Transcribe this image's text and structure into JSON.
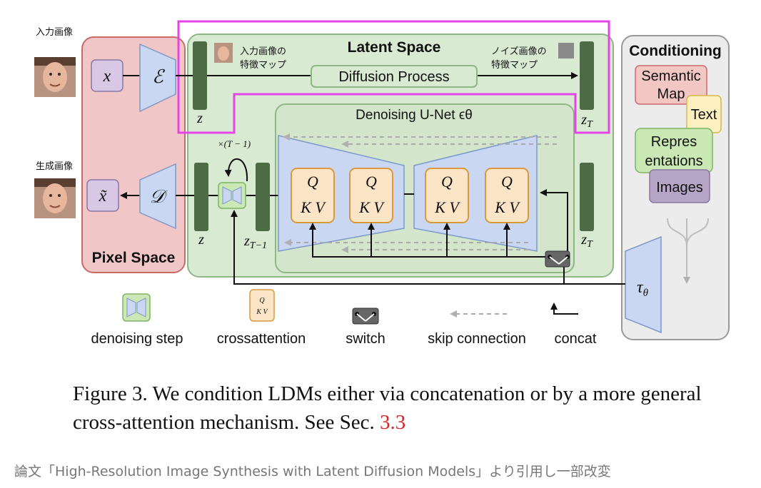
{
  "labels": {
    "input_image_jp": "入力画像",
    "generated_image_jp": "生成画像",
    "input_feature_map_jp": [
      "入力画像の",
      "特徴マップ"
    ],
    "noise_feature_map_jp": [
      "ノイズ画像の",
      "特徴マップ"
    ],
    "latent_space": "Latent Space",
    "pixel_space": "Pixel Space",
    "conditioning": "Conditioning",
    "diffusion_process": "Diffusion Process",
    "denoising_unet": "Denoising U-Net ϵθ",
    "repeat": "×(T − 1)",
    "x": "x",
    "x_tilde": "x̃",
    "encoder": "ℰ",
    "decoder": "𝒟",
    "z": "z",
    "zT": "zT",
    "zT_1": "zT−1",
    "tau": "τθ",
    "Q": "Q",
    "KV": "K V"
  },
  "conditioning_items": [
    "Semantic Map",
    "Text",
    "Representations",
    "Images"
  ],
  "conditioning_item_lines": {
    "semantic": [
      "Semantic",
      "Map"
    ],
    "text": [
      "Text"
    ],
    "repr": [
      "Repres",
      "entations"
    ],
    "images": [
      "Images"
    ]
  },
  "legend": [
    {
      "key": "denoising",
      "label": "denoising step"
    },
    {
      "key": "crossattention",
      "label": "crossattention"
    },
    {
      "key": "switch",
      "label": "switch"
    },
    {
      "key": "skip",
      "label": "skip connection"
    },
    {
      "key": "concat",
      "label": "concat"
    }
  ],
  "caption": {
    "prefix": "Figure 3.   We condition LDMs either via concatenation or by a more general cross-attention mechanism. See Sec. ",
    "ref": "3.3"
  },
  "source_note": "論文「High-Resolution Image Synthesis with Latent Diffusion Models」より引用し一部改変",
  "colors": {
    "pixel_space": "#f0c6c6",
    "latent_space": "#d9ead3",
    "encoder": "#c9d7f2",
    "feature_map": "#4d6b45",
    "attention": "#fbe5c6",
    "attention_border": "#d89a3c",
    "highlight": "#e544e8",
    "conditioning_bg": "#ececec",
    "semantic": "#f2c6c2",
    "text": "#fdf0c0",
    "representations": "#c9e8b3",
    "images": "#b7a5c7"
  }
}
